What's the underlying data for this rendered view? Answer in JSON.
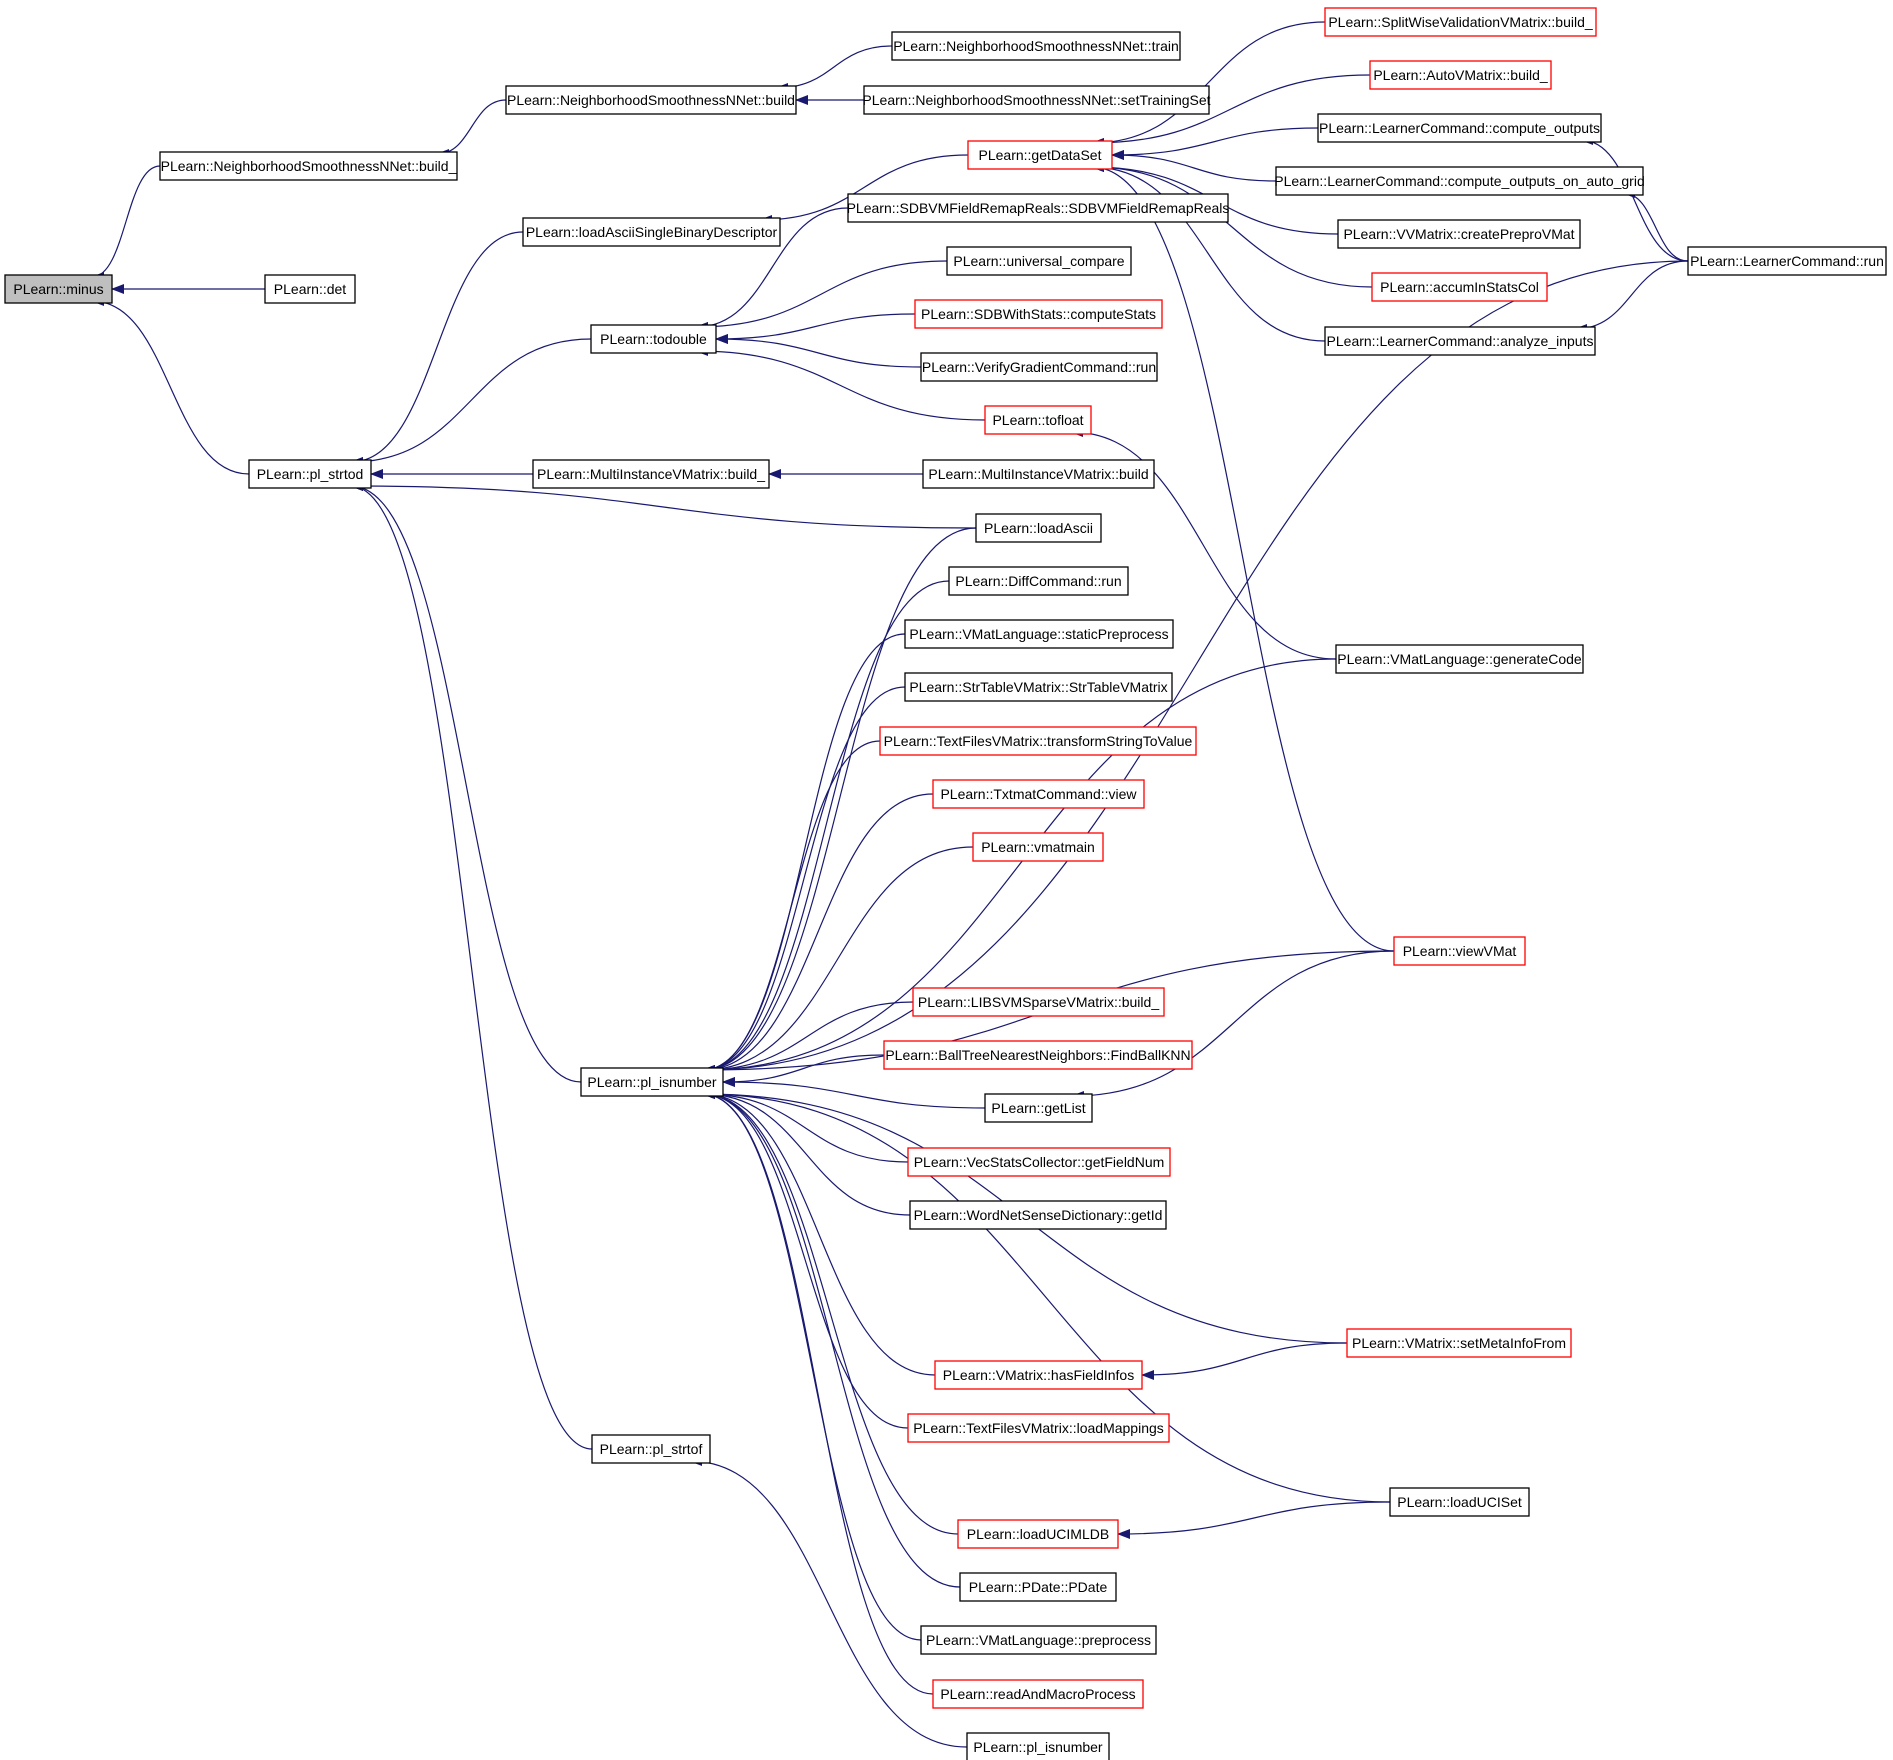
{
  "colors": {
    "edge": "#191970",
    "arrow": "#191970",
    "normal_border": "#000000",
    "truncated_border": "#ff0000",
    "root_fill": "#bfbfbf",
    "node_fill": "#ffffff"
  },
  "nodes": [
    {
      "id": "minus",
      "label": "PLearn::minus",
      "style": "root"
    },
    {
      "id": "build_",
      "label": "PLearn::NeighborhoodSmoothnessNNet::build_",
      "style": "normal"
    },
    {
      "id": "det",
      "label": "PLearn::det",
      "style": "normal"
    },
    {
      "id": "pl_strtod",
      "label": "PLearn::pl_strtod",
      "style": "normal"
    },
    {
      "id": "nsbuild",
      "label": "PLearn::NeighborhoodSmoothnessNNet::build",
      "style": "normal"
    },
    {
      "id": "nstrain",
      "label": "PLearn::NeighborhoodSmoothnessNNet::train",
      "style": "normal"
    },
    {
      "id": "nsset",
      "label": "PLearn::NeighborhoodSmoothnessNNet::setTrainingSet",
      "style": "normal"
    },
    {
      "id": "loadAsciiSBD",
      "label": "PLearn::loadAsciiSingleBinaryDescriptor",
      "style": "normal"
    },
    {
      "id": "getDataSet",
      "label": "PLearn::getDataSet",
      "style": "truncated"
    },
    {
      "id": "todouble",
      "label": "PLearn::todouble",
      "style": "normal"
    },
    {
      "id": "sdbvmf",
      "label": "PLearn::SDBVMFieldRemapReals::SDBVMFieldRemapReals",
      "style": "normal"
    },
    {
      "id": "ucompare",
      "label": "PLearn::universal_compare",
      "style": "normal"
    },
    {
      "id": "sdbstats",
      "label": "PLearn::SDBWithStats::computeStats",
      "style": "truncated"
    },
    {
      "id": "vgcrun",
      "label": "PLearn::VerifyGradientCommand::run",
      "style": "normal"
    },
    {
      "id": "tofloat",
      "label": "PLearn::tofloat",
      "style": "truncated"
    },
    {
      "id": "mivbuild_",
      "label": "PLearn::MultiInstanceVMatrix::build_",
      "style": "normal"
    },
    {
      "id": "mivbuild",
      "label": "PLearn::MultiInstanceVMatrix::build",
      "style": "normal"
    },
    {
      "id": "loadAscii",
      "label": "PLearn::loadAscii",
      "style": "normal"
    },
    {
      "id": "diffrun",
      "label": "PLearn::DiffCommand::run",
      "style": "normal"
    },
    {
      "id": "staticPre",
      "label": "PLearn::VMatLanguage::staticPreprocess",
      "style": "normal"
    },
    {
      "id": "strtable",
      "label": "PLearn::StrTableVMatrix::StrTableVMatrix",
      "style": "normal"
    },
    {
      "id": "tfvtrans",
      "label": "PLearn::TextFilesVMatrix::transformStringToValue",
      "style": "truncated"
    },
    {
      "id": "txtview",
      "label": "PLearn::TxtmatCommand::view",
      "style": "truncated"
    },
    {
      "id": "vmatmain",
      "label": "PLearn::vmatmain",
      "style": "truncated"
    },
    {
      "id": "splitwise",
      "label": "PLearn::SplitWiseValidationVMatrix::build_",
      "style": "truncated"
    },
    {
      "id": "autovm",
      "label": "PLearn::AutoVMatrix::build_",
      "style": "truncated"
    },
    {
      "id": "lccompute",
      "label": "PLearn::LearnerCommand::compute_outputs",
      "style": "normal"
    },
    {
      "id": "lcgrid",
      "label": "PLearn::LearnerCommand::compute_outputs_on_auto_grid",
      "style": "normal"
    },
    {
      "id": "vvm",
      "label": "PLearn::VVMatrix::createPreproVMat",
      "style": "normal"
    },
    {
      "id": "accum",
      "label": "PLearn::accumInStatsCol",
      "style": "truncated"
    },
    {
      "id": "analyze",
      "label": "PLearn::LearnerCommand::analyze_inputs",
      "style": "normal"
    },
    {
      "id": "lcrun",
      "label": "PLearn::LearnerCommand::run",
      "style": "normal"
    },
    {
      "id": "gencode",
      "label": "PLearn::VMatLanguage::generateCode",
      "style": "normal"
    },
    {
      "id": "viewVMat",
      "label": "PLearn::viewVMat",
      "style": "truncated"
    },
    {
      "id": "pl_isnumber",
      "label": "PLearn::pl_isnumber",
      "style": "normal"
    },
    {
      "id": "libsvm",
      "label": "PLearn::LIBSVMSparseVMatrix::build_",
      "style": "truncated"
    },
    {
      "id": "balltree",
      "label": "PLearn::BallTreeNearestNeighbors::FindBallKNN",
      "style": "truncated"
    },
    {
      "id": "getList",
      "label": "PLearn::getList",
      "style": "normal"
    },
    {
      "id": "vecstats",
      "label": "PLearn::VecStatsCollector::getFieldNum",
      "style": "truncated"
    },
    {
      "id": "wordnet",
      "label": "PLearn::WordNetSenseDictionary::getId",
      "style": "normal"
    },
    {
      "id": "setmeta",
      "label": "PLearn::VMatrix::setMetaInfoFrom",
      "style": "truncated"
    },
    {
      "id": "hasfield",
      "label": "PLearn::VMatrix::hasFieldInfos",
      "style": "truncated"
    },
    {
      "id": "tfvload",
      "label": "PLearn::TextFilesVMatrix::loadMappings",
      "style": "truncated"
    },
    {
      "id": "pl_strtof",
      "label": "PLearn::pl_strtof",
      "style": "normal"
    },
    {
      "id": "loadUCISet",
      "label": "PLearn::loadUCISet",
      "style": "normal"
    },
    {
      "id": "loadUCIMLDB",
      "label": "PLearn::loadUCIMLDB",
      "style": "truncated"
    },
    {
      "id": "pdate",
      "label": "PLearn::PDate::PDate",
      "style": "normal"
    },
    {
      "id": "vmlpre",
      "label": "PLearn::VMatLanguage::preprocess",
      "style": "normal"
    },
    {
      "id": "readmacro",
      "label": "PLearn::readAndMacroProcess",
      "style": "truncated"
    },
    {
      "id": "pl_isnumber2",
      "label": "PLearn::pl_isnumber",
      "style": "normal"
    }
  ],
  "edges": [
    [
      "build_",
      "minus"
    ],
    [
      "det",
      "minus"
    ],
    [
      "pl_strtod",
      "minus"
    ],
    [
      "nsbuild",
      "build_"
    ],
    [
      "nstrain",
      "nsbuild"
    ],
    [
      "nsset",
      "nsbuild"
    ],
    [
      "loadAsciiSBD",
      "pl_strtod"
    ],
    [
      "todouble",
      "pl_strtod"
    ],
    [
      "mivbuild_",
      "pl_strtod"
    ],
    [
      "loadAscii",
      "pl_strtod"
    ],
    [
      "pl_isnumber",
      "pl_strtod"
    ],
    [
      "pl_strtof",
      "pl_strtod"
    ],
    [
      "getDataSet",
      "loadAsciiSBD"
    ],
    [
      "mivbuild",
      "mivbuild_"
    ],
    [
      "sdbvmf",
      "todouble"
    ],
    [
      "ucompare",
      "todouble"
    ],
    [
      "sdbstats",
      "todouble"
    ],
    [
      "vgcrun",
      "todouble"
    ],
    [
      "tofloat",
      "todouble"
    ],
    [
      "gencode",
      "tofloat"
    ],
    [
      "splitwise",
      "getDataSet"
    ],
    [
      "autovm",
      "getDataSet"
    ],
    [
      "lccompute",
      "getDataSet"
    ],
    [
      "lcgrid",
      "getDataSet"
    ],
    [
      "vvm",
      "getDataSet"
    ],
    [
      "accum",
      "getDataSet"
    ],
    [
      "analyze",
      "getDataSet"
    ],
    [
      "viewVMat",
      "getDataSet"
    ],
    [
      "lcrun",
      "lccompute"
    ],
    [
      "lcrun",
      "lcgrid"
    ],
    [
      "lcrun",
      "analyze"
    ],
    [
      "loadAscii",
      "pl_isnumber"
    ],
    [
      "diffrun",
      "pl_isnumber"
    ],
    [
      "staticPre",
      "pl_isnumber"
    ],
    [
      "strtable",
      "pl_isnumber"
    ],
    [
      "tfvtrans",
      "pl_isnumber"
    ],
    [
      "txtview",
      "pl_isnumber"
    ],
    [
      "vmatmain",
      "pl_isnumber"
    ],
    [
      "gencode",
      "pl_isnumber"
    ],
    [
      "viewVMat",
      "pl_isnumber"
    ],
    [
      "libsvm",
      "pl_isnumber"
    ],
    [
      "balltree",
      "pl_isnumber"
    ],
    [
      "getList",
      "pl_isnumber"
    ],
    [
      "vecstats",
      "pl_isnumber"
    ],
    [
      "wordnet",
      "pl_isnumber"
    ],
    [
      "lcrun",
      "pl_isnumber"
    ],
    [
      "setmeta",
      "pl_isnumber"
    ],
    [
      "hasfield",
      "pl_isnumber"
    ],
    [
      "tfvload",
      "pl_isnumber"
    ],
    [
      "loadUCISet",
      "pl_isnumber"
    ],
    [
      "loadUCIMLDB",
      "pl_isnumber"
    ],
    [
      "pdate",
      "pl_isnumber"
    ],
    [
      "vmlpre",
      "pl_isnumber"
    ],
    [
      "readmacro",
      "pl_isnumber"
    ],
    [
      "viewVMat",
      "getList"
    ],
    [
      "setmeta",
      "hasfield"
    ],
    [
      "loadUCISet",
      "loadUCIMLDB"
    ],
    [
      "pl_isnumber2",
      "pl_strtof"
    ]
  ]
}
